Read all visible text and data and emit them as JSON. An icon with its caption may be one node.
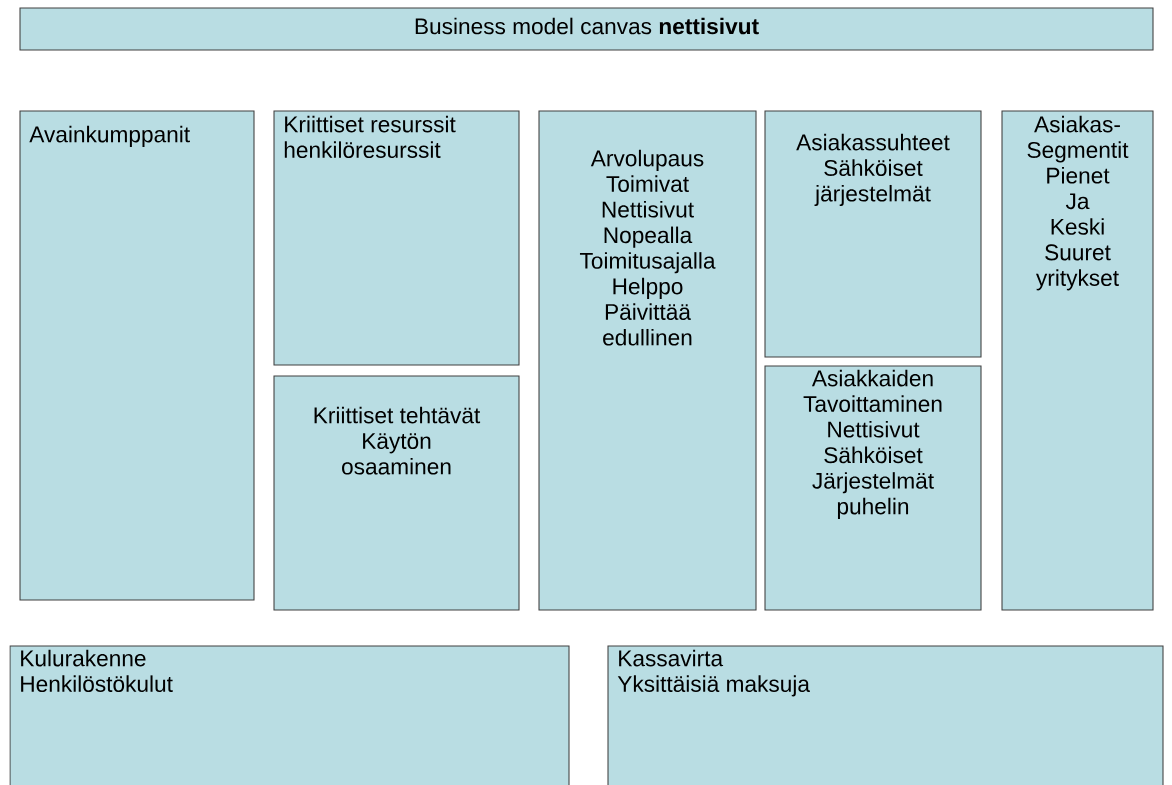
{
  "diagram": {
    "nodes": [
      {
        "text": [
          "Business model canvas **nettisivut**"
        ]
      },
      {
        "text": [
          "Avainkumppanit"
        ]
      },
      {
        "text": [
          "Kriittiset resurssit",
          "henkilöresurssit"
        ]
      },
      {
        "text": [
          "Kriittiset tehtävät",
          "Käytön",
          "osaaminen"
        ]
      },
      {
        "text": [
          "Arvolupaus",
          "Toimivat",
          "Nettisivut",
          "Nopealla",
          "Toimitusajalla",
          "Helppo",
          "Päivittää",
          "edullinen"
        ]
      },
      {
        "text": [
          "Asiakassuhteet",
          "Sähköiset",
          "järjestelmät"
        ]
      },
      {
        "text": [
          "Asiakkaiden",
          "Tavoittaminen",
          "Nettisivut",
          "Sähköiset",
          "Järjestelmät",
          "puhelin"
        ]
      },
      {
        "text": [
          "Asiakas-",
          "Segmentit",
          "Pienet",
          "Ja",
          "Keski",
          "Suuret",
          "yritykset"
        ]
      },
      {
        "text": [
          "Kulurakenne",
          "Henkilöstökulut"
        ]
      },
      {
        "text": [
          "Kassavirta",
          "Yksittäisiä maksuja"
        ]
      }
    ]
  }
}
